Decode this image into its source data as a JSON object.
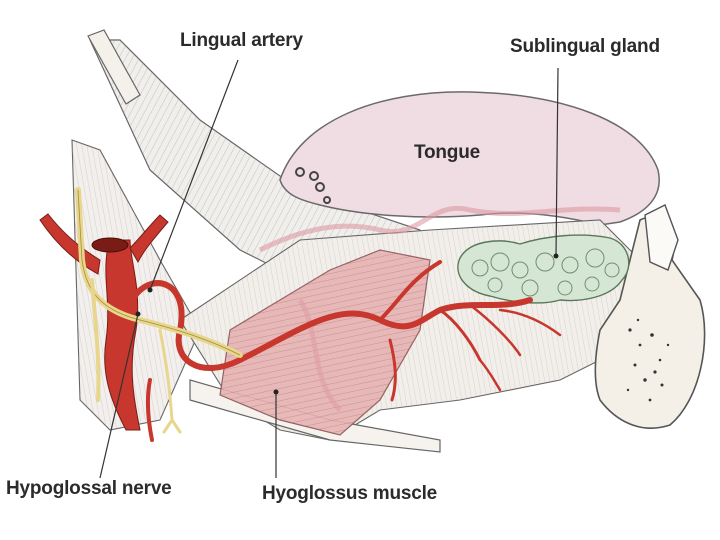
{
  "labels": {
    "lingual_artery": "Lingual artery",
    "sublingual_gland": "Sublingual gland",
    "tongue": "Tongue",
    "hypoglossal_nerve": "Hypoglossal nerve",
    "hyoglossus_muscle": "Hyoglossus muscle"
  },
  "colors": {
    "artery": "#c8372d",
    "nerve": "#e7d68c",
    "muscle": "#e3a6a6",
    "tongue": "#efdde3",
    "gland": "#d7e6d6",
    "bone": "#f3efe8",
    "outline": "#555555"
  }
}
